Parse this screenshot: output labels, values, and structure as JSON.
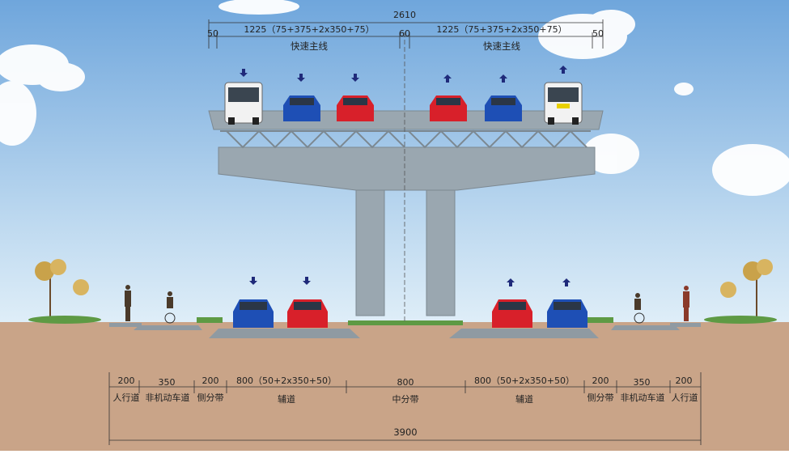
{
  "top": {
    "total_width": "2610",
    "left": {
      "edge": "50",
      "dim": "1225（75+375+2x350+75）",
      "name": "快速主线"
    },
    "median": "60",
    "right": {
      "dim": "1225（75+375+2x350+75）",
      "edge": "50",
      "name": "快速主线"
    }
  },
  "bottom": {
    "sections": [
      {
        "dim": "200",
        "name": "人行道"
      },
      {
        "dim": "350",
        "name": "非机动车道"
      },
      {
        "dim": "200",
        "name": "侧分带"
      },
      {
        "dim": "800（50+2x350+50）",
        "name": "辅道"
      },
      {
        "dim": "800",
        "name": "中分带"
      },
      {
        "dim": "800（50+2x350+50）",
        "name": "辅道"
      },
      {
        "dim": "200",
        "name": "侧分带"
      },
      {
        "dim": "350",
        "name": "非机动车道"
      },
      {
        "dim": "200",
        "name": "人行道"
      }
    ],
    "total_width": "3900"
  },
  "colors": {
    "sky_top": "#6fa6dc",
    "sky_bottom": "#dcecf6",
    "ground": "#c9a488",
    "concrete": "#9aa7b0",
    "arrow": "#1f2a7a",
    "car_red": "#d8202a",
    "car_blue": "#1e4fb5",
    "bus_white": "#f2f2f2"
  }
}
